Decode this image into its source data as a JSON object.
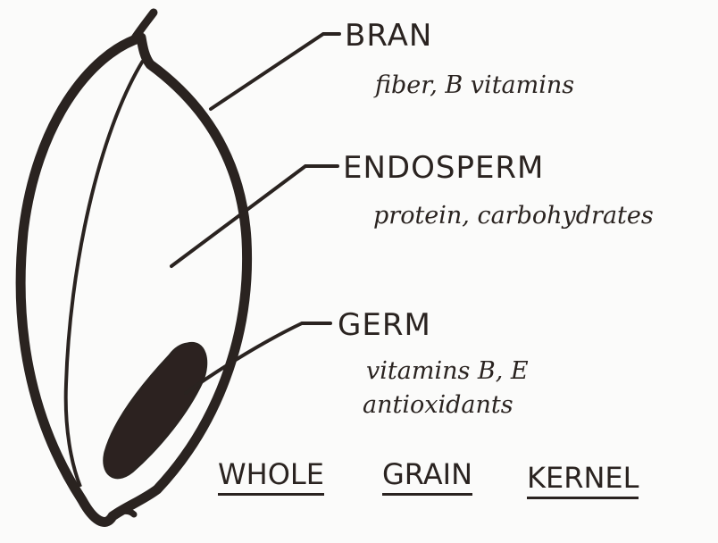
{
  "colors": {
    "ink": "#2a2320",
    "background": "#fbfbfa"
  },
  "labels": {
    "bran": {
      "name": "BRAN",
      "detail": "fiber, B vitamins"
    },
    "endosperm": {
      "name": "ENDOSPERM",
      "detail": "protein, carbohydrates"
    },
    "germ": {
      "name": "GERM",
      "detail_line1": "vitamins B, E",
      "detail_line2": "antioxidants"
    }
  },
  "caption": {
    "word1": "WHOLE",
    "word2": "GRAIN",
    "word3": "KERNEL"
  }
}
